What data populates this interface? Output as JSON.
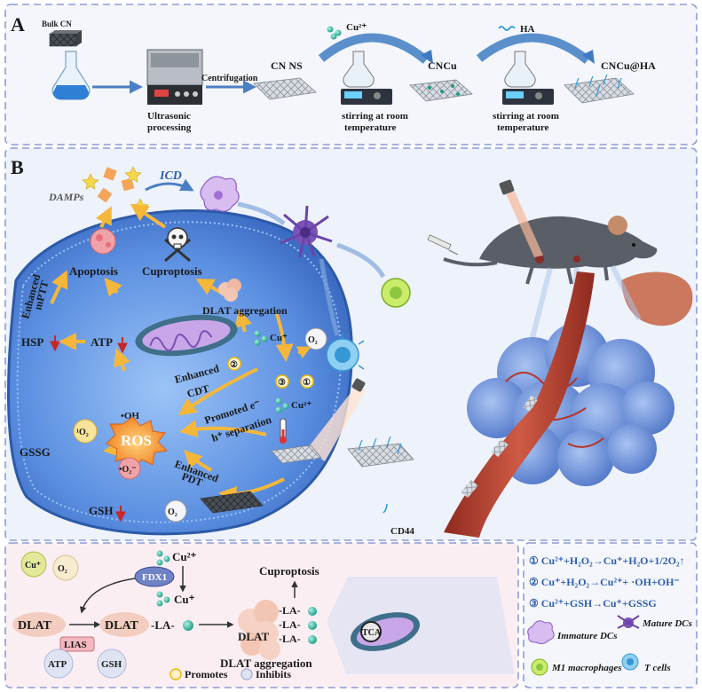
{
  "panel_a": {
    "label": "A",
    "bulk_cn": "Bulk CN",
    "ultrasonic_line1": "Ultrasonic",
    "ultrasonic_line2": "processing",
    "centrifugation": "Centrifugation",
    "cn_ns": "CN NS",
    "cu2_label": "Cu²⁺",
    "stir1_line1": "stirring at room",
    "stir1_line2": "temperature",
    "cncu": "CNCu",
    "ha_label": "HA",
    "stir2_line1": "stirring at room",
    "stir2_line2": "temperature",
    "cncu_ha": "CNCu@HA"
  },
  "panel_b": {
    "label": "B",
    "icd": "ICD",
    "damps": "DAMPs",
    "apoptosis": "Apoptosis",
    "cuproptosis": "Cuproptosis",
    "enhanced_mptt_line1": "Enhanced",
    "enhanced_mptt_line2": "mPTT",
    "hsp": "HSP",
    "atp": "ATP",
    "dlat_aggregation": "DLAT aggregation",
    "cu_plus": "Cu⁺",
    "o2_top": "O₂",
    "enhanced_cdt_line1": "Enhanced",
    "enhanced_cdt_line2": "CDT",
    "num1": "①",
    "num2": "②",
    "num3": "③",
    "cu2_plus": "Cu²⁺",
    "oh_radical": "•OH",
    "singlet_o2": "¹O₂",
    "ros": "ROS",
    "promoted_line1": "Promoted e⁻",
    "promoted_line2": "h⁺ separation",
    "gssg": "GSSG",
    "superoxide": "•O₂⁻",
    "enhanced_pdt_line1": "Enhanced",
    "enhanced_pdt_line2": "PDT",
    "gsh": "GSH",
    "o2_bottom": "O₂",
    "cd44": "CD44"
  },
  "panel_c": {
    "cu_circle": "Cu⁺",
    "o2_circle": "O₂",
    "cu2": "Cu²⁺",
    "fdx1": "FDX1",
    "cu1": "Cu⁺",
    "dlat_left": "DLAT",
    "lias": "LIAS",
    "dlat_mid": "DLAT",
    "la_mid": "-LA-",
    "atp": "ATP",
    "gsh": "GSH",
    "cuproptosis": "Cuproptosis",
    "la1": "-LA-",
    "la2": "-LA-",
    "la3": "-LA-",
    "dlat_agg": "DLAT",
    "dlat_aggregation": "DLAT aggregation",
    "tca": "TCA",
    "promotes": "Promotes",
    "inhibits": "Inhibits"
  },
  "legend": {
    "reactions": [
      "① Cu²⁺+H₂O₂→Cu⁺+H₂O+1/2O₂↑",
      "② Cu⁺+H₂O₂→Cu²⁺+ ·OH+OH⁻",
      "③ Cu²⁺+GSH→Cu⁺+GSSG"
    ],
    "immature_dcs": "Immature DCs",
    "mature_dcs": "Mature DCs",
    "m1_macrophages": "M1 macrophages",
    "t_cells": "T cells"
  },
  "colors": {
    "border": "#8c9cd8",
    "cell_blue": "#5a8ee0",
    "ros_orange": "#f08a24",
    "arrow_yellow": "#f5b73a",
    "arrow_red": "#c62828",
    "number_yellow": "#f2b705",
    "tumor_blue": "#5c86d8",
    "vessel_red": "#b5382a"
  }
}
